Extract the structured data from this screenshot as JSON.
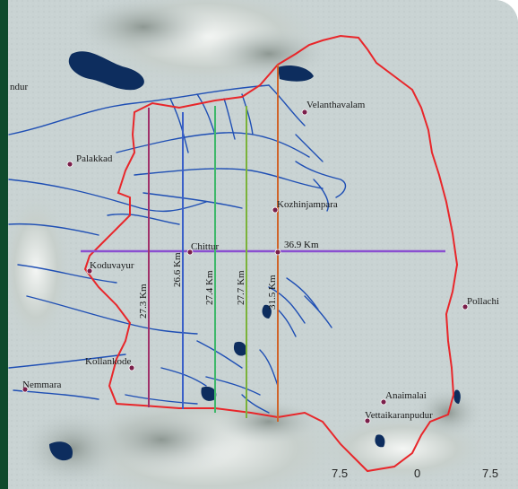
{
  "places": [
    {
      "id": "velanthavalam",
      "label": "Velanthavalam"
    },
    {
      "id": "palakkad",
      "label": "Palakkad"
    },
    {
      "id": "kozhinjampara",
      "label": "Kozhinjampara"
    },
    {
      "id": "chittur",
      "label": "Chittur"
    },
    {
      "id": "koduvayur",
      "label": "Koduvayur"
    },
    {
      "id": "pollachi",
      "label": "Pollachi"
    },
    {
      "id": "kollankode",
      "label": "Kollankode"
    },
    {
      "id": "nemmara",
      "label": "Nemmara"
    },
    {
      "id": "anaimalai",
      "label": "Anaimalai"
    },
    {
      "id": "vettaikaranpudur",
      "label": "Vettaikaranpudur"
    },
    {
      "id": "edge_town",
      "label": "ndur"
    }
  ],
  "distances": {
    "horizontal": "36.9 Km",
    "verticals": [
      "27.3 Km",
      "26.6 Km",
      "27.4 Km",
      "27.7 Km",
      "31.5 Km"
    ]
  },
  "scale_bar": {
    "labels": [
      "7.5",
      "0",
      "7.5"
    ]
  },
  "colors": {
    "boundary": "#e8262a",
    "river": "#1f4fb4",
    "water": "#0d2d5e",
    "town": "#7a1f4a",
    "horizontal_line": "#8a4fd0",
    "vertical_lines": [
      "#a0306a",
      "#3a5fc8",
      "#3fb86a",
      "#7ab23a",
      "#d0642a"
    ]
  }
}
